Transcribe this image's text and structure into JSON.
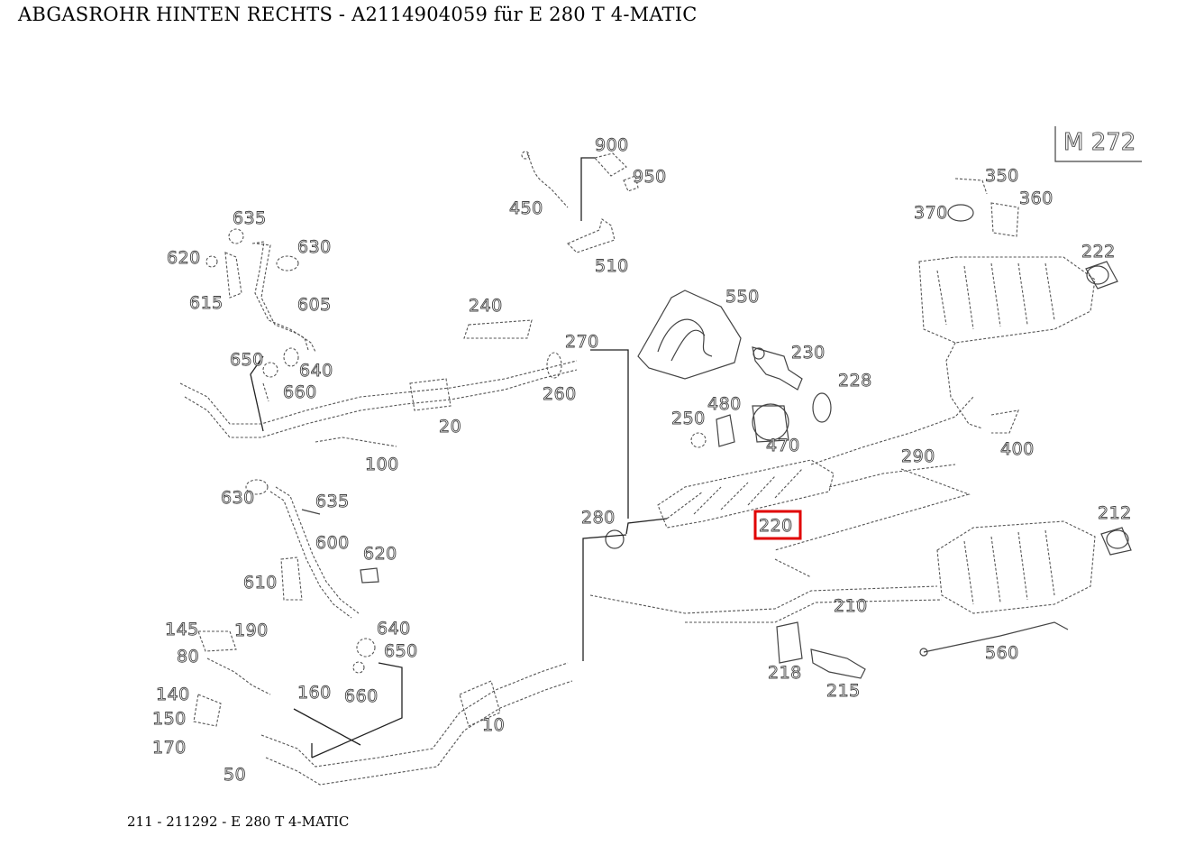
{
  "title": "ABGASROHR HINTEN RECHTS - A2114904059 für E 280 T 4-MATIC",
  "footer": "211 - 211292 - E 280 T 4-MATIC",
  "engine_label": "M 272",
  "highlighted_part": "220",
  "highlight_color": "#e00000",
  "parts": {
    "p900": "900",
    "p950": "950",
    "p450": "450",
    "p510": "510",
    "p635a": "635",
    "p630a": "630",
    "p620a": "620",
    "p615": "615",
    "p605": "605",
    "p650a": "650",
    "p640a": "640",
    "p660a": "660",
    "p240": "240",
    "p270": "270",
    "p260": "260",
    "p20": "20",
    "p100": "100",
    "p550": "550",
    "p230": "230",
    "p228": "228",
    "p480": "480",
    "p250": "250",
    "p470": "470",
    "p350": "350",
    "p360": "360",
    "p370": "370",
    "p222": "222",
    "p400": "400",
    "p290": "290",
    "p630b": "630",
    "p635b": "635",
    "p600": "600",
    "p620b": "620",
    "p610": "610",
    "p280": "280",
    "p220": "220",
    "p212": "212",
    "p210": "210",
    "p145": "145",
    "p190": "190",
    "p80": "80",
    "p640b": "640",
    "p650b": "650",
    "p140": "140",
    "p150": "150",
    "p170": "170",
    "p160": "160",
    "p660b": "660",
    "p10": "10",
    "p50": "50",
    "p218": "218",
    "p215": "215",
    "p560": "560"
  }
}
